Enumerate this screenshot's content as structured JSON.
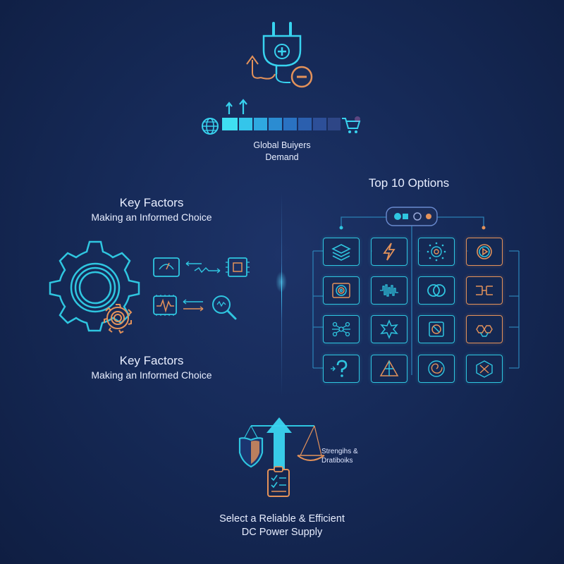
{
  "top": {
    "caption_line1": "Global Buiyers",
    "caption_line2": "Demand"
  },
  "left": {
    "title_top": "Key Factors",
    "subtitle_top": "Making an Informed Choice",
    "title_bottom": "Key Factors",
    "subtitle_bottom": "Making an Informed Choice"
  },
  "right": {
    "title": "Top 10 Options",
    "icons": [
      "layers-icon",
      "lightning-icon",
      "sun-dots-icon",
      "play-circle-icon",
      "spool-icon",
      "waveform-icon",
      "rings-icon",
      "circuit-icon",
      "network-icon",
      "starburst-icon",
      "cube-icon",
      "hexagon-icon",
      "question-icon",
      "triangle-icon",
      "spiral-icon",
      "cube-x-icon"
    ]
  },
  "bottom": {
    "scale_label_line1": "Strengihs &",
    "scale_label_line2": "Dratiboiks",
    "caption_line1": "Select a Reliable & Efficient",
    "caption_line2": "DC Power Supply"
  },
  "colors": {
    "cyan": "#2fc6e0",
    "orange": "#e4925a",
    "background": "#162a58"
  }
}
